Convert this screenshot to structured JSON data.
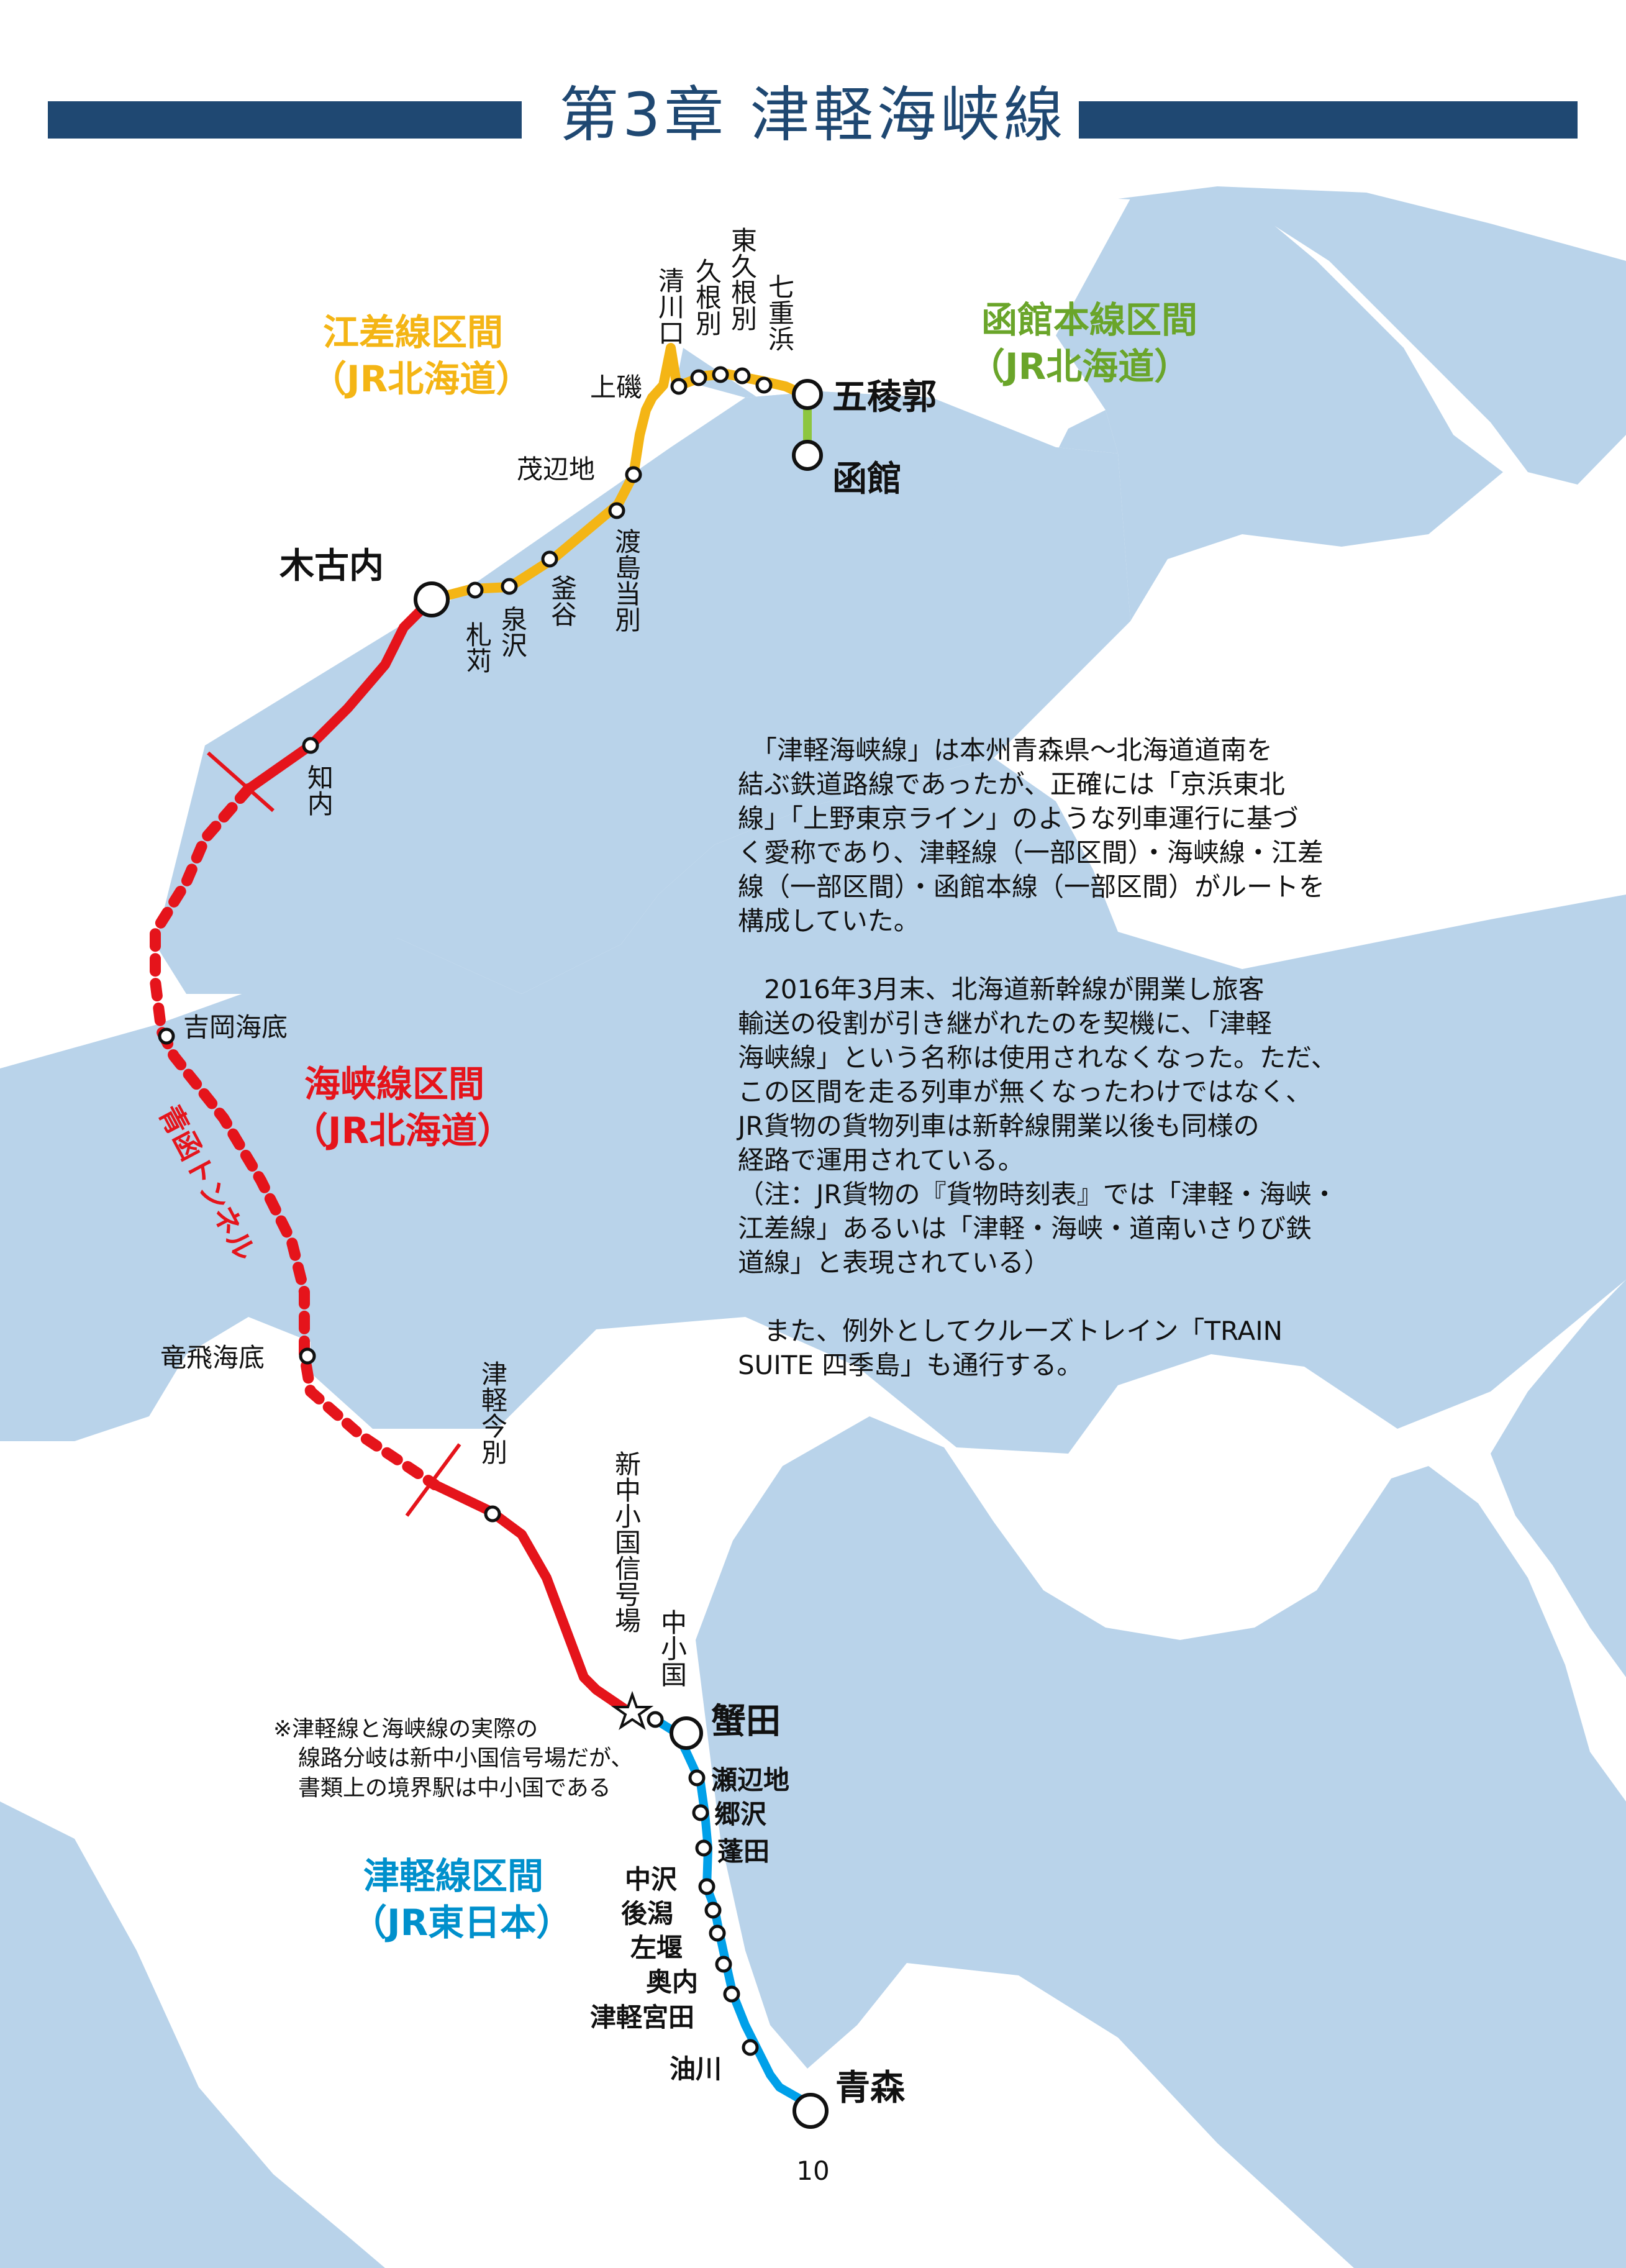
{
  "chapter_title": "第3章 津軽海峡線",
  "colors": {
    "water": "#b9d3ea",
    "land": "#ffffff",
    "title_bar": "#1f4872",
    "kaikyo_line": "#e5141b",
    "esashi_line": "#f4b515",
    "hakodate_line": "#8dc63f",
    "tsugaru_line": "#00a0e9"
  },
  "sections": {
    "esashi": {
      "name": "江差線区間",
      "operator": "（JR北海道）"
    },
    "hakodate": {
      "name": "函館本線区間",
      "operator": "（JR北海道）"
    },
    "kaikyo": {
      "name": "海峡線区間",
      "operator": "（JR北海道）"
    },
    "tsugaru": {
      "name": "津軽線区間",
      "operator": "（JR東日本）"
    }
  },
  "tunnel_label": "青函トンネル",
  "stations": {
    "goryokaku": "五稜郭",
    "hakodate": "函館",
    "nanae_hama": "七重浜",
    "higashi_kunebetsu": "東久根別",
    "kunebetsu": "久根別",
    "kiyokawaguchi": "清川口",
    "kamiiso": "上磯",
    "mohechi": "茂辺地",
    "oshimatobetsu": "渡島当別",
    "kamaya": "釜谷",
    "izumisawa": "泉沢",
    "sakkari": "札苅",
    "kikonai": "木古内",
    "shiriuchi": "知内",
    "yoshioka_kaitei": "吉岡海底",
    "tappi_kaitei": "竜飛海底",
    "tsugaru_imabetsu": "津軽今別",
    "shin_nakaoguni": "新中小国信号場",
    "nakaoguni": "中小国",
    "kanita": "蟹田",
    "sebeji": "瀬辺地",
    "gosawa": "郷沢",
    "yomogita": "蓬田",
    "nakasawa": "中沢",
    "ushirogata": "後潟",
    "sakaizeki": "左堰",
    "okunai": "奥内",
    "tsugaru_miyata": "津軽宮田",
    "aburakawa": "油川",
    "aomori": "青森"
  },
  "note": {
    "line1": "※津軽線と海峡線の実際の",
    "line2": "線路分岐は新中小国信号場だが、",
    "line3": "書類上の境界駅は中小国である"
  },
  "body": {
    "p1": "　「津軽海峡線」は本州青森県～北海道道南を\n結ぶ鉄道路線であったが、正確には「京浜東北\n線」「上野東京ライン」のような列車運行に基づ\nく愛称であり、津軽線（一部区間）・海峡線・江差\n線（一部区間）・函館本線（一部区間）がルートを\n構成していた。",
    "p2": "　2016年3月末、北海道新幹線が開業し旅客\n輸送の役割が引き継がれたのを契機に、「津軽\n海峡線」という名称は使用されなくなった。ただ、\nこの区間を走る列車が無くなったわけではなく、\nJR貨物の貨物列車は新幹線開業以後も同様の\n経路で運用されている。\n（注：JR貨物の『貨物時刻表』では「津軽・海峡・\n江差線」あるいは「津軽・海峡・道南いさりび鉄\n道線」と表現されている）",
    "p3": "　また、例外としてクルーズトレイン「TRAIN\nSUITE 四季島」も通行する。"
  },
  "page_number": "10"
}
